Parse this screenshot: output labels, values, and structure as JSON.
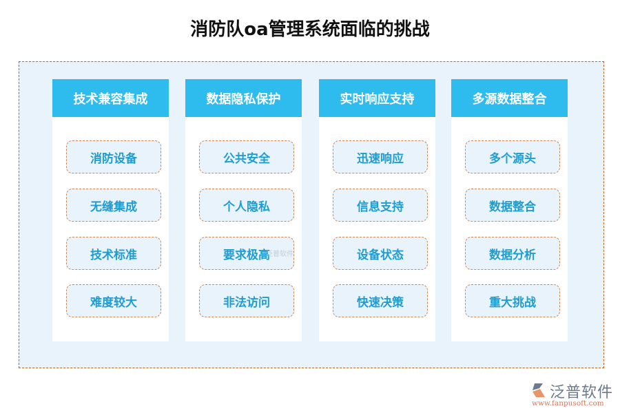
{
  "title": "消防队oa管理系统面临的挑战",
  "colors": {
    "header_bg": "#2ebbee",
    "frame_bg": "#e8f3fc",
    "frame_border": "#c0621f",
    "item_border": "#cf8550",
    "item_text": "#1f9dd0"
  },
  "columns": [
    {
      "header": "技术兼容集成",
      "items": [
        "消防设备",
        "无缝集成",
        "技术标准",
        "难度较大"
      ]
    },
    {
      "header": "数据隐私保护",
      "items": [
        "公共安全",
        "个人隐私",
        "要求极高",
        "非法访问"
      ]
    },
    {
      "header": "实时响应支持",
      "items": [
        "迅速响应",
        "信息支持",
        "设备状态",
        "快速决策"
      ]
    },
    {
      "header": "多源数据整合",
      "items": [
        "多个源头",
        "数据整合",
        "数据分析",
        "重大挑战"
      ]
    }
  ],
  "watermark": "泛普软件",
  "logo": {
    "name": "泛普软件",
    "url": "www.fanpusoft.com"
  }
}
